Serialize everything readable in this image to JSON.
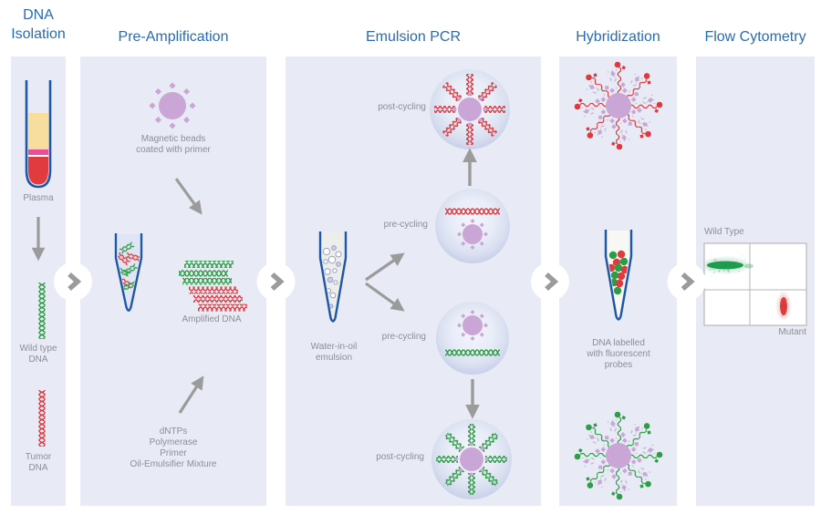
{
  "titles": {
    "col1": "DNA\nIsolation",
    "col2": "Pre-Amplification",
    "col3": "Emulsion PCR",
    "col4": "Hybridization",
    "col5": "Flow Cytometry"
  },
  "panel1": {
    "plasma": "Plasma",
    "wild_type": "Wild type\nDNA",
    "tumor": "Tumor\nDNA"
  },
  "panel2": {
    "beads": "Magnetic beads\ncoated with primer",
    "amplified": "Amplified DNA",
    "mixture": "dNTPs\nPolymerase\nPrimer\nOil-Emulsifier Mixture"
  },
  "panel3": {
    "post_top": "post-cycling",
    "pre_top": "pre-cycling",
    "emulsion": "Water-in-oil\nemulsion",
    "pre_bottom": "pre-cycling",
    "post_bottom": "post-cycling"
  },
  "panel4": {
    "tube_label": "DNA labelled\nwith fluorescent\nprobes"
  },
  "panel5": {
    "wild_type": "Wild Type",
    "mutant": "Mutant",
    "plot": {
      "type": "quadrant-scatter",
      "clusters": [
        {
          "name": "Wild Type",
          "color": "#149848",
          "quadrant": "upper-left",
          "shape": "horizontal ellipse"
        },
        {
          "name": "Mutant",
          "color": "#D92F2F",
          "quadrant": "lower-right",
          "shape": "vertical ellipse"
        }
      ]
    }
  },
  "colors": {
    "title_blue": "#2A6AB5",
    "panel_bg": "#E8EBF6",
    "label_grey": "#8D8E95",
    "arrow_grey": "#9B9B9B",
    "tube_blue": "#1E57A5",
    "dna_green": "#2E9D45",
    "dna_red": "#DC3A3F",
    "bead_lilac": "#C9A6D5",
    "plasma_yellow": "#F7DD9E",
    "plasma_pink": "#EC4D9B",
    "blood_red": "#E23B3F",
    "scatter_green": "#149848",
    "scatter_red": "#D92F2F"
  }
}
